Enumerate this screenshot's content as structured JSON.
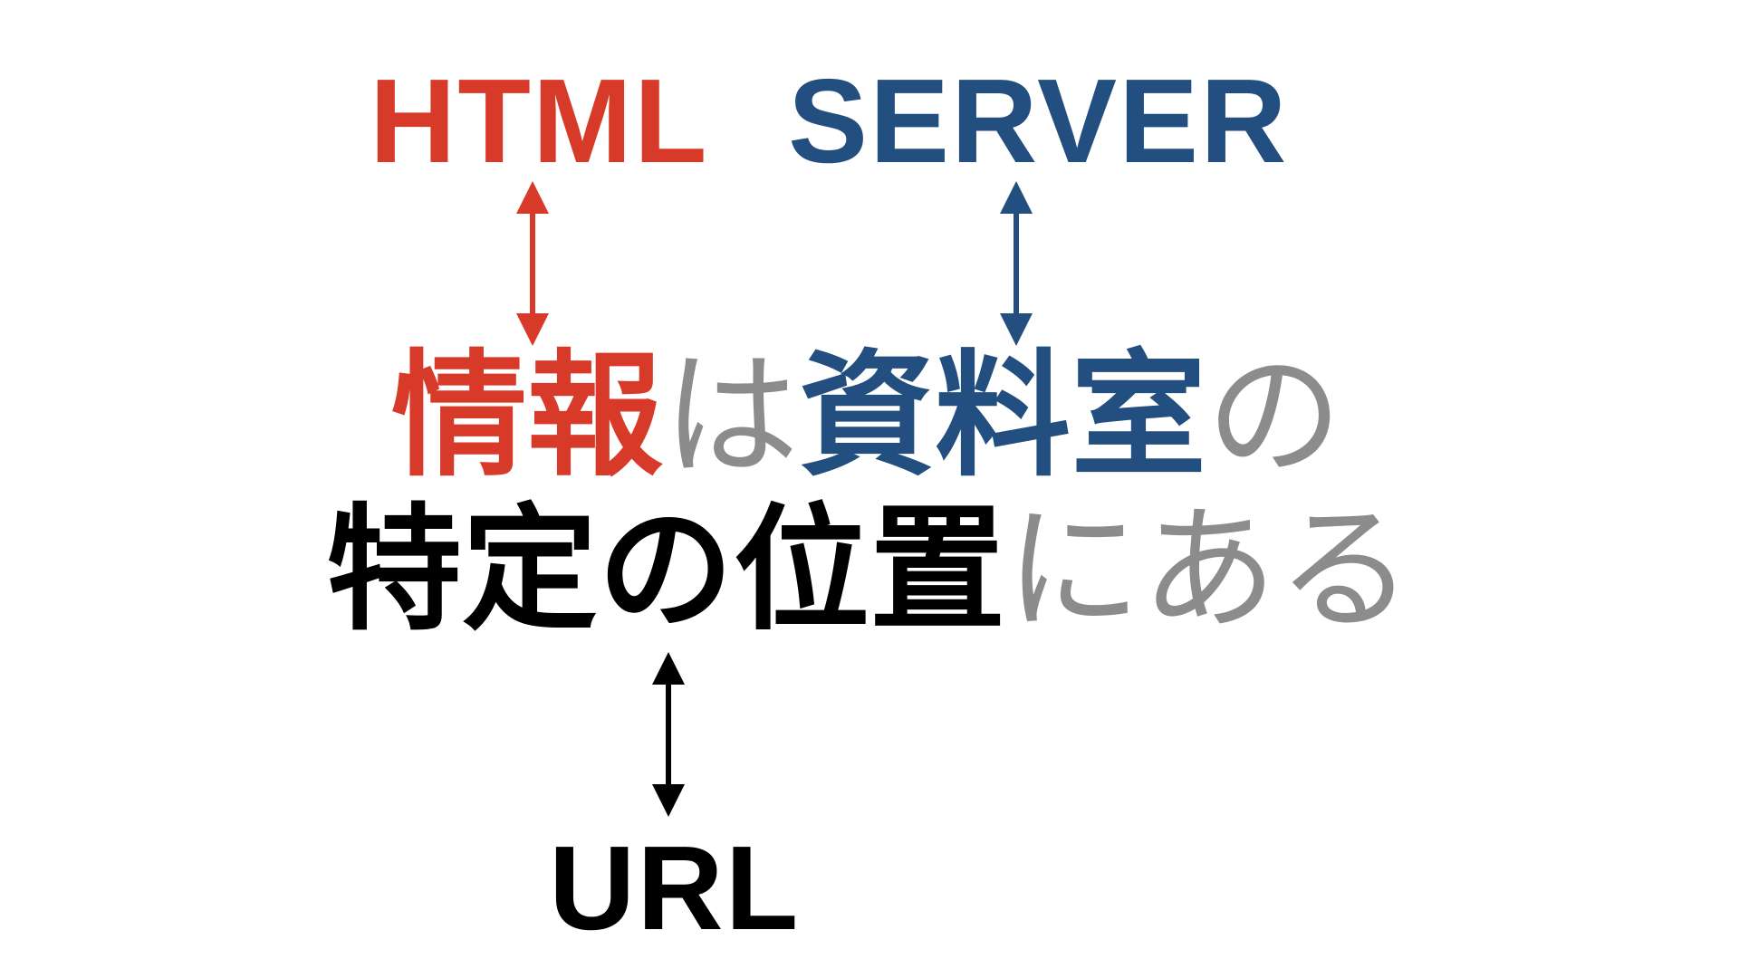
{
  "colors": {
    "red": "#d83a2a",
    "blue": "#234e80",
    "black": "#000000",
    "gray": "#8c8c8c"
  },
  "terms": {
    "html": "HTML",
    "server": "SERVER",
    "url": "URL"
  },
  "sentence": {
    "line1": [
      {
        "text": "情報",
        "color": "red"
      },
      {
        "text": "は",
        "color": "gray"
      },
      {
        "text": "資料室",
        "color": "blue"
      },
      {
        "text": "の",
        "color": "gray"
      }
    ],
    "line2": [
      {
        "text": "特定の位置",
        "color": "black"
      },
      {
        "text": "にある",
        "color": "gray"
      }
    ]
  },
  "arrows": [
    {
      "from": "html",
      "to": "情報",
      "color": "red"
    },
    {
      "from": "server",
      "to": "資料室",
      "color": "blue"
    },
    {
      "from": "特定の位置",
      "to": "url",
      "color": "black"
    }
  ]
}
